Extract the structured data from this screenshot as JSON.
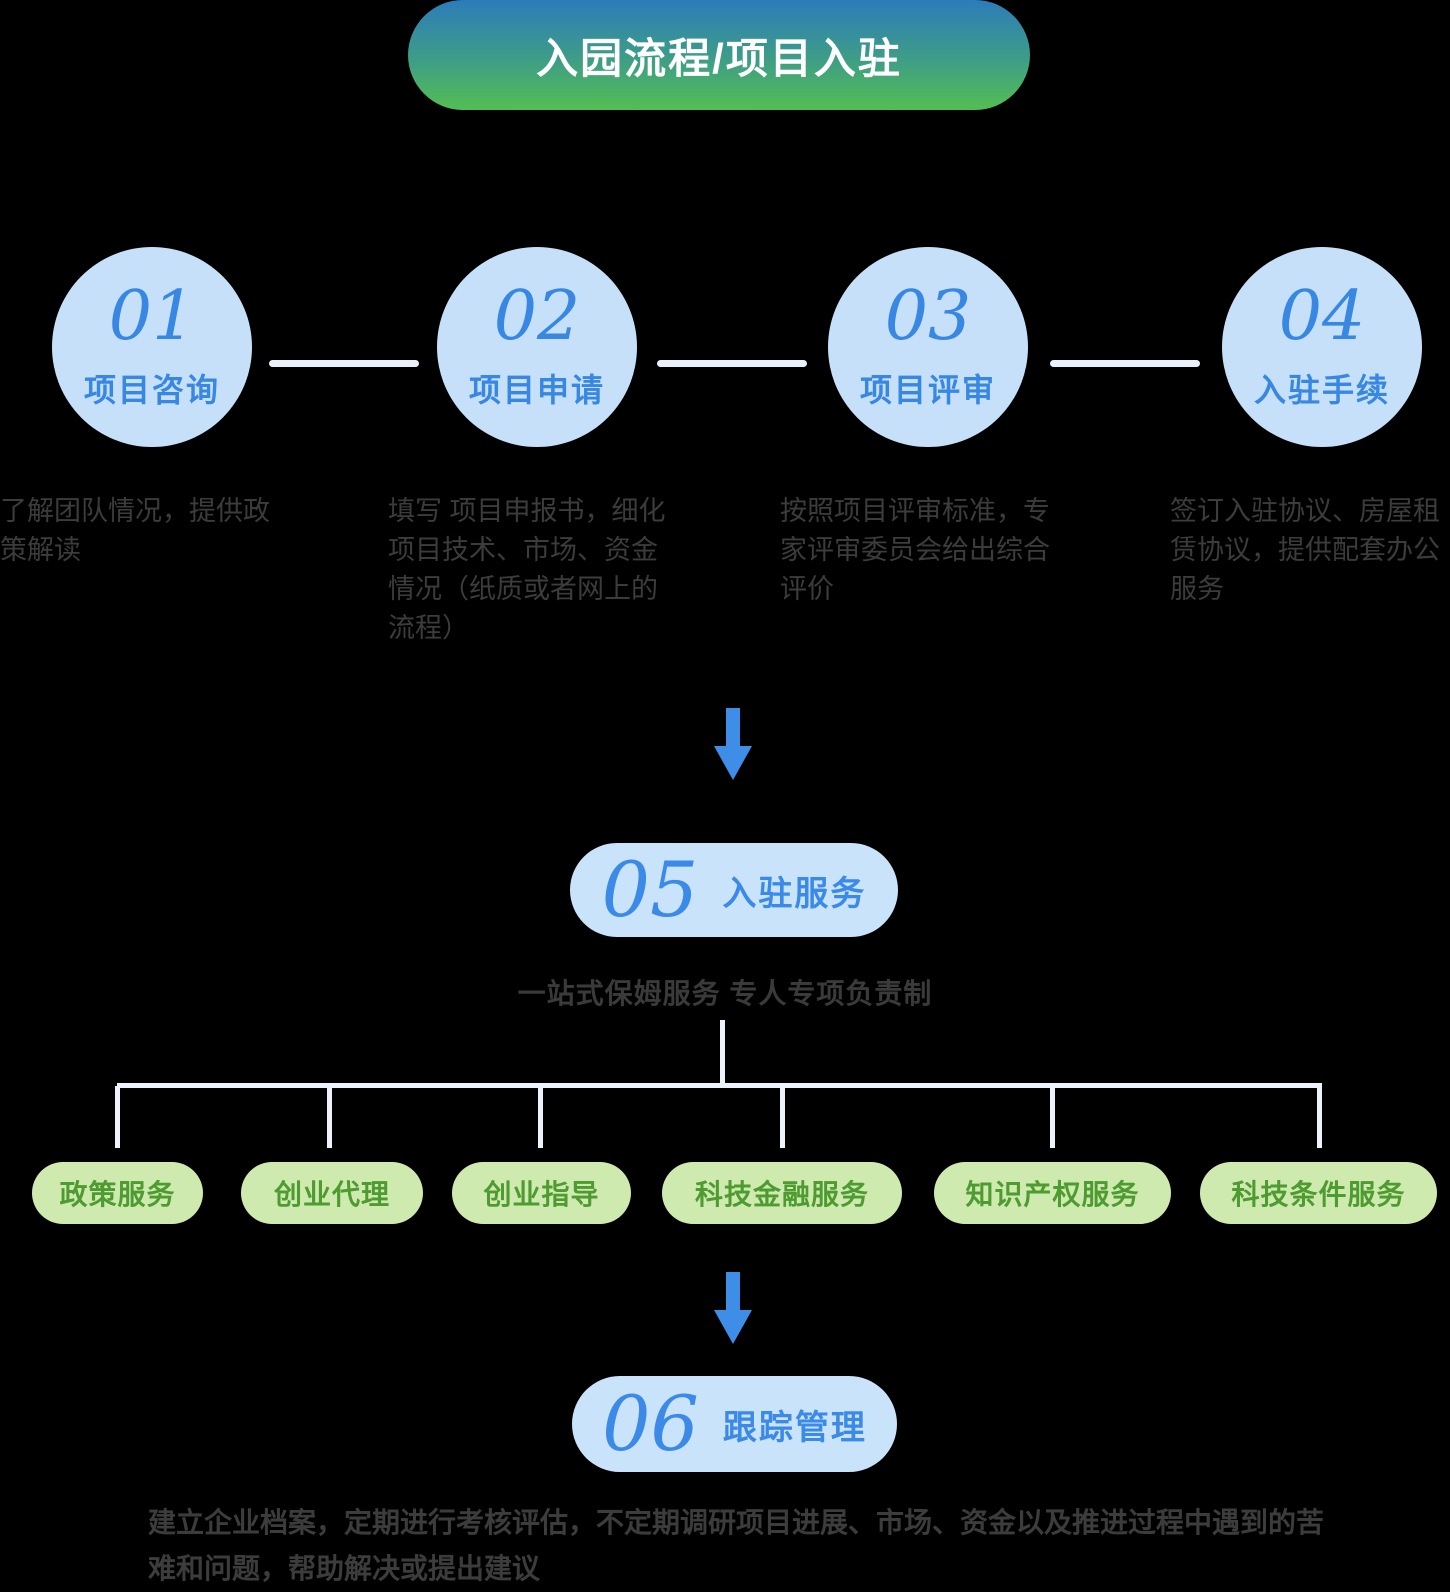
{
  "header": {
    "title": "入园流程/项目入驻"
  },
  "steps": [
    {
      "number": "01",
      "label": "项目咨询",
      "description": "了解团队情况，提供政策解读"
    },
    {
      "number": "02",
      "label": "项目申请",
      "description": "填写 项目申报书，细化项目技术、市场、资金情况（纸质或者网上的流程）"
    },
    {
      "number": "03",
      "label": "项目评审",
      "description": "按照项目评审标准，专家评审委员会给出综合评价"
    },
    {
      "number": "04",
      "label": "入驻手续",
      "description": "签订入驻协议、房屋租赁协议，提供配套办公服务"
    }
  ],
  "settle_service": {
    "number": "05",
    "label": "入驻服务",
    "subtitle": "一站式保姆服务 专人专项负责制"
  },
  "services": [
    {
      "label": "政策服务"
    },
    {
      "label": "创业代理"
    },
    {
      "label": "创业指导"
    },
    {
      "label": "科技金融服务"
    },
    {
      "label": "知识产权服务"
    },
    {
      "label": "科技条件服务"
    }
  ],
  "tracking": {
    "number": "06",
    "label": "跟踪管理",
    "description": "建立企业档案，定期进行考核评估，不定期调研项目进展、市场、资金以及推进过程中遇到的苦难和问题，帮助解决或提出建议"
  },
  "icons": {
    "down_arrow": "down-arrow"
  },
  "colors": {
    "header_gradient_top": "#2C7CBA",
    "header_gradient_bottom": "#53BE52",
    "step_circle_fill": "#C5E0F8",
    "step_accent": "#3787E3",
    "stage_pill_fill": "#C9E3FA",
    "stage_accent": "#3C8AE8",
    "service_pill_fill": "#CFEAAE",
    "service_text": "#4E9B31",
    "arrow": "#3E8EE8",
    "connector_line": "#ECF3FB",
    "body_text": "#3C3C3C",
    "background": "#000000"
  }
}
